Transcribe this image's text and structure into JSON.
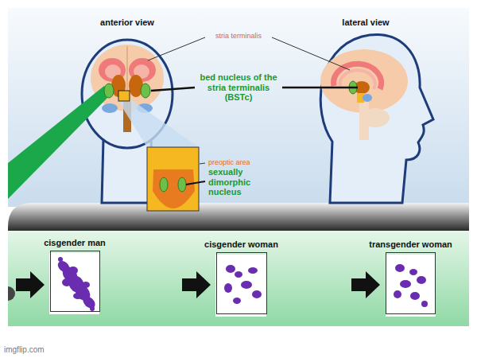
{
  "diagram": {
    "nodes": [
      {
        "text": [
          "cisgender man"
        ]
      },
      {
        "text": [
          "cisgender woman"
        ]
      },
      {
        "text": [
          "transgender woman"
        ]
      }
    ],
    "labels": [
      "anterior view",
      "lateral view",
      "stria terminalis",
      "bed nucleus of the stria terminalis (BSTc)",
      "preoptic area",
      "sexually dimorphic nucleus",
      "imgflip.com"
    ]
  }
}
